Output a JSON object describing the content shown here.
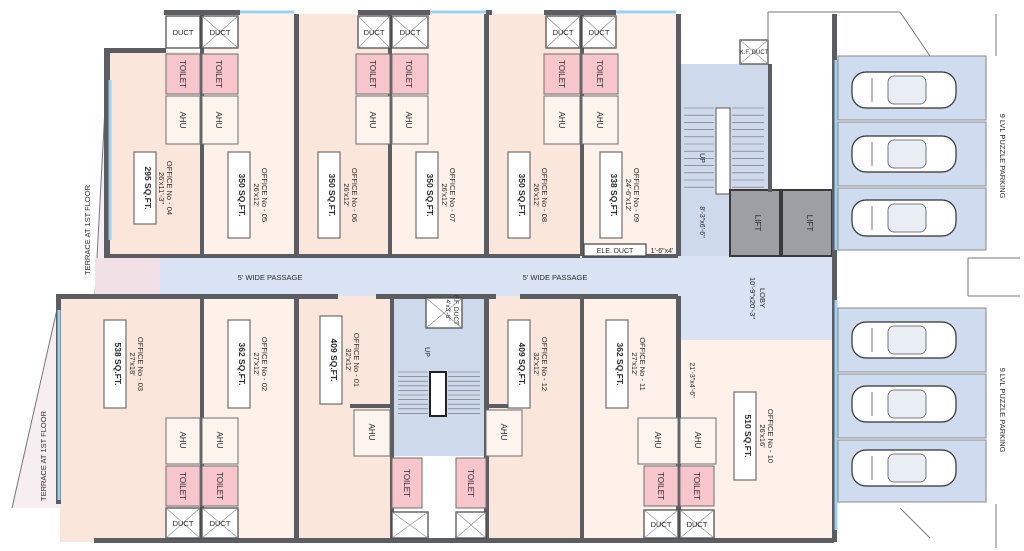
{
  "offices": [
    {
      "id": "office-04",
      "name": "OFFICE No - 04",
      "dim": "26'x11'-3\"",
      "area": "295 SQ.FT."
    },
    {
      "id": "office-05",
      "name": "OFFICE No - 05",
      "dim": "26'x12'",
      "area": "350 SQ.FT."
    },
    {
      "id": "office-06",
      "name": "OFFICE No - 06",
      "dim": "26'x12'",
      "area": "350 SQ.FT."
    },
    {
      "id": "office-07",
      "name": "OFFICE No - 07",
      "dim": "26'x12'",
      "area": "350 SQ.FT."
    },
    {
      "id": "office-08",
      "name": "OFFICE No - 08",
      "dim": "26'x12'",
      "area": "350 SQ.FT."
    },
    {
      "id": "office-09",
      "name": "OFFICE No - 09",
      "dim": "24'-6\"x12'",
      "area": "338 SQ.FT."
    },
    {
      "id": "office-03",
      "name": "OFFICE No - 03",
      "dim": "27'x18'",
      "area": "538 SQ.FT."
    },
    {
      "id": "office-02",
      "name": "OFFICE No - 02",
      "dim": "27'x12'",
      "area": "362 SQ.FT."
    },
    {
      "id": "office-01",
      "name": "OFFICE No - 01",
      "dim": "32'x12'",
      "area": "409 SQ.FT."
    },
    {
      "id": "office-12",
      "name": "OFFICE No - 12",
      "dim": "32'x12'",
      "area": "409 SQ.FT."
    },
    {
      "id": "office-11",
      "name": "OFFICE No - 11",
      "dim": "27'x12'",
      "area": "362 SQ.FT."
    },
    {
      "id": "office-10",
      "name": "OFFICE No - 10",
      "dim": "26'x16'",
      "area": "510 SQ.FT."
    }
  ],
  "labels": {
    "toilet": "TOILET",
    "ahu": "AHU",
    "duct": "DUCT",
    "lift": "LIFT",
    "up": "UP",
    "kf_duct": "K.F. DUCT",
    "ele_duct": "ELE. DUCT",
    "ele_duct_dim": "1'-6\"x4'",
    "ff_duct": "F.F. DUCT",
    "ff_duct_dim": "4'x3'-6\"",
    "passage_left": "5' WIDE PASSAGE",
    "passage_right": "5' WIDE PASSAGE",
    "lobby": "LOBY",
    "lobby_dim": "10'-9\"x20'-3\"",
    "stair_top_dim": "8'-3\"x6'-6\"",
    "stair_bottom_dim": "21'-3\"x4'-6\"",
    "terrace": "TERRACE AT 1ST FLOOR",
    "parking": "9 LVL PUZZLE PARKING"
  }
}
